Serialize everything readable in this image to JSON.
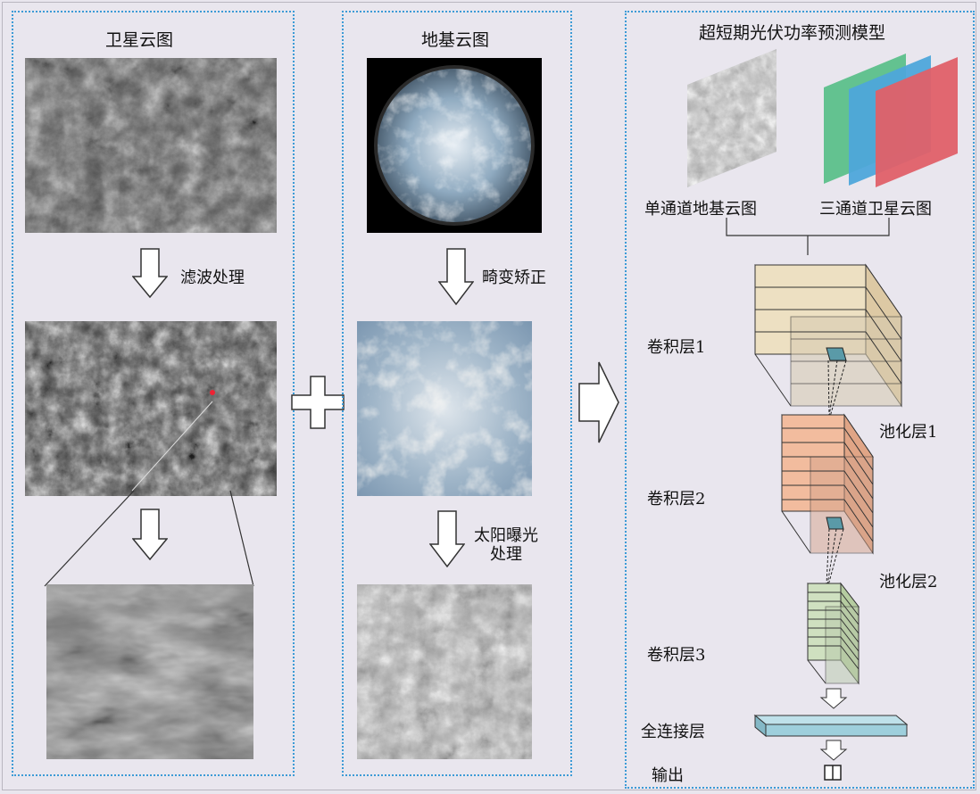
{
  "panels": {
    "satellite": {
      "title": "卫星云图",
      "step1": "滤波处理"
    },
    "ground": {
      "title": "地基云图",
      "step1": "畸变矫正",
      "step2_line1": "太阳曝光",
      "step2_line2": "处理"
    },
    "model": {
      "title": "超短期光伏功率预测模型",
      "input_ground": "单通道地基云图",
      "input_satellite": "三通道卫星云图",
      "conv1": "卷积层1",
      "pool1": "池化层1",
      "conv2": "卷积层2",
      "pool2": "池化层2",
      "conv3": "卷积层3",
      "fc": "全连接层",
      "output": "输出"
    }
  },
  "colors": {
    "panel_border": "#3c9bd6",
    "conv1": "#f0e2c4",
    "conv2": "#f0b89a",
    "conv3": "#cfe0c0",
    "fc": "#9ecfdc",
    "kernel": "#5a9aa8"
  }
}
